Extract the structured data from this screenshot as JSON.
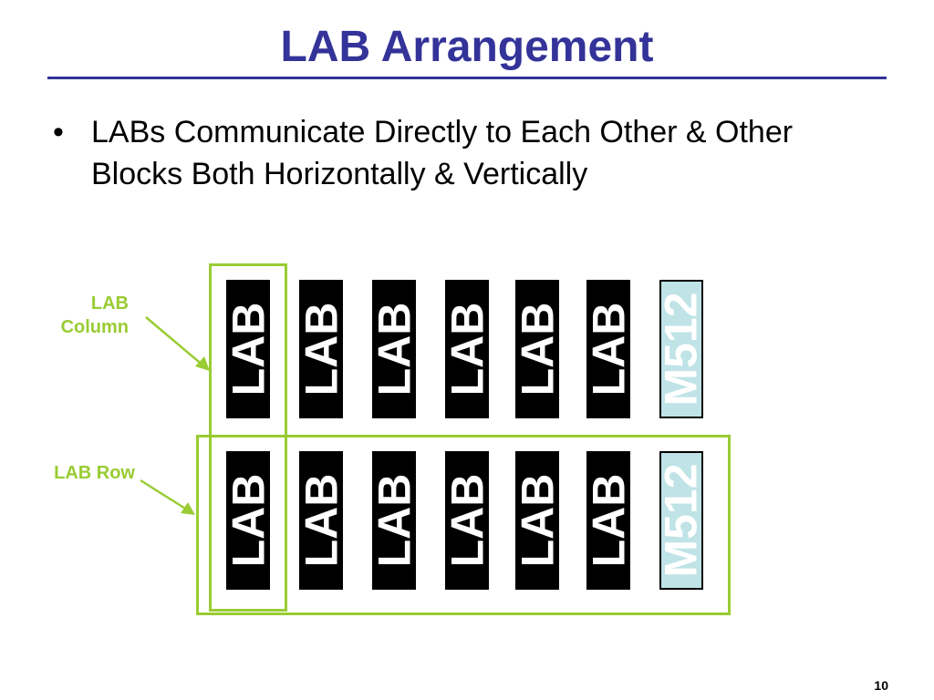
{
  "slide": {
    "title": "LAB Arrangement",
    "bullets": [
      {
        "marker": "•",
        "text": "LABs Communicate Directly to Each Other & Other Blocks Both Horizontally & Vertically"
      }
    ],
    "page_number": "10"
  },
  "diagram": {
    "labels": {
      "column": "LAB Column",
      "row": "LAB Row"
    },
    "rows": [
      [
        "LAB",
        "LAB",
        "LAB",
        "LAB",
        "LAB",
        "LAB",
        "M512"
      ],
      [
        "LAB",
        "LAB",
        "LAB",
        "LAB",
        "LAB",
        "LAB",
        "M512"
      ]
    ],
    "colors": {
      "title": "#333399",
      "highlight": "#99cc33",
      "lab_fill": "#000000",
      "lab_text": "#ffffff",
      "m512_fill": "#bfe3e6",
      "m512_text": "#ffffff"
    }
  }
}
